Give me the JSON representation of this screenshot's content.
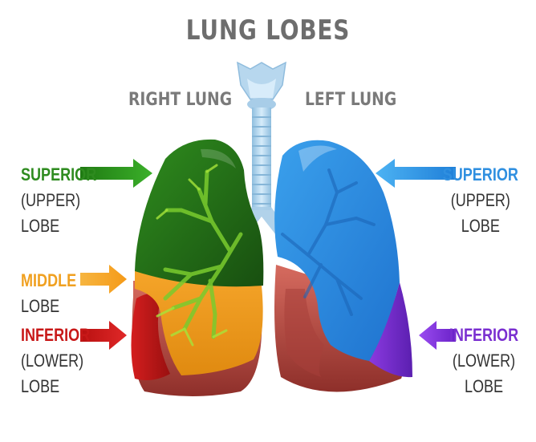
{
  "title": "LUNG LOBES",
  "right_lung_label": "RIGHT LUNG",
  "left_lung_label": "LEFT LUNG",
  "labels": {
    "right_superior": {
      "head": "SUPERIOR",
      "line2": "(UPPER)",
      "line3": "LOBE"
    },
    "right_middle": {
      "head": "MIDDLE",
      "line2": "LOBE"
    },
    "right_inferior": {
      "head": "INFERIOR",
      "line2": "(LOWER)",
      "line3": "LOBE"
    },
    "left_superior": {
      "head": "SUPERIOR",
      "line2": "(UPPER)",
      "line3": "LOBE"
    },
    "left_inferior": {
      "head": "INFERIOR",
      "line2": "(LOWER)",
      "line3": "LOBE"
    }
  },
  "colors": {
    "superior_right": "#2e8b1f",
    "middle": "#f0a020",
    "inferior_right": "#c81818",
    "superior_left": "#2f8fe0",
    "inferior_left": "#7a2fd0",
    "trachea": "#a8cde8",
    "lung_base": "#c2504a",
    "title_gray": "#6d6d6d"
  }
}
